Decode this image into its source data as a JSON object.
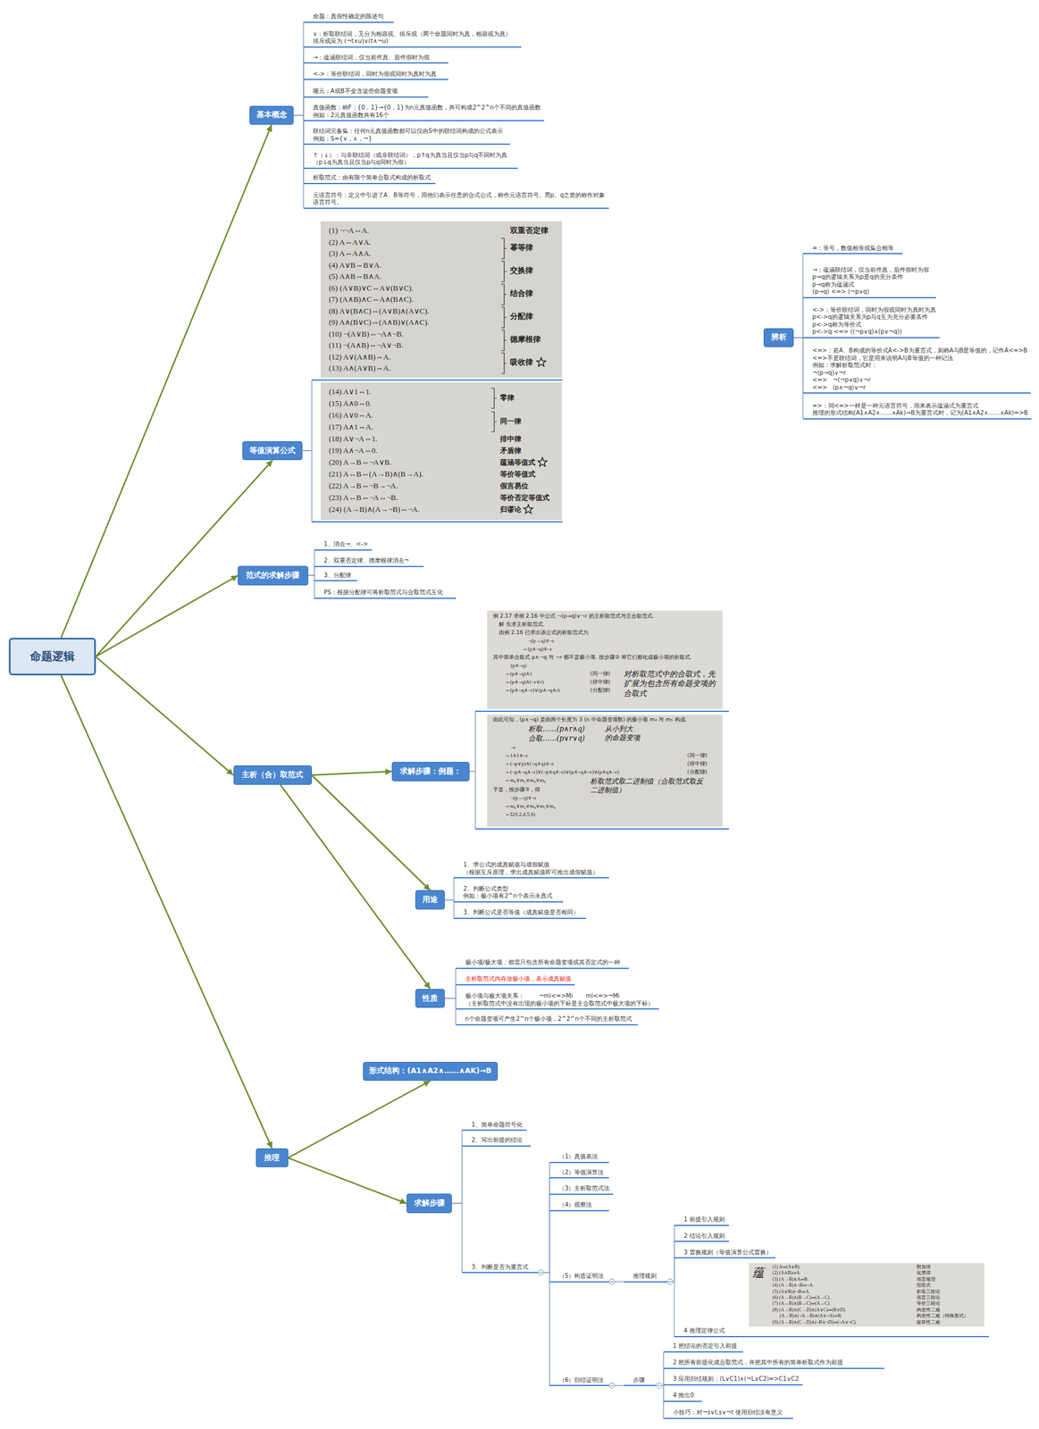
{
  "diagram": {
    "nodes": [
      {
        "text": [
          "命题逻辑"
        ]
      },
      {
        "text": [
          "基本概念"
        ]
      },
      {
        "text": [
          "命题：真假性确定的陈述句"
        ]
      },
      {
        "text": [
          "∨：析取联结词，又分为相容或、排斥或（两个命题同时为真，相容或为真）",
          "排斥或应为 (¬t∧u)∨(t∧¬u)"
        ]
      },
      {
        "text": [
          "→：蕴涵联结词，仅当前件真、后件假时为假"
        ]
      },
      {
        "text": [
          "<->：等价联结词，同时为假或同时为真时为真"
        ]
      },
      {
        "text": [
          "哑元：A或B不全含这些命题变项"
        ]
      },
      {
        "text": [
          "真值函数：称F：{0，1}→{0，1}为n元真值函数，共可构成2^2^n个不同的真值函数",
          "例如：2元真值函数共有16个"
        ]
      },
      {
        "text": [
          "联结词完备集：任何n元真值函数都可以仅由S中的联结词构成的公式表示",
          "例如：S={∨，∧，¬}"
        ]
      },
      {
        "text": [
          "↑（↓）：与非联结词（或非联结词），p↑q为真当且仅当p与q不同时为真",
          "（p↓q为真当且仅当p与q同时为假）"
        ]
      },
      {
        "text": [
          "析取范式：由有限个简单合取式构成的析取式"
        ]
      },
      {
        "text": [
          "元语言符号：定义中引进了A、B等符号，用他们表示任意的合式公式，称作元语言符号。而p、q之类的称作对象",
          "语言符号。"
        ]
      },
      {
        "text": [
          "等值演算公式"
        ]
      },
      {
        "text": [
          "(1) ¬¬A⇔A.",
          "(2) A⇔A∨A.",
          "(3) A⇔A∧A.",
          "(4) A∨B⇔B∨A.",
          "(5) A∧B⇔B∧A.",
          "(6) (A∨B)∨C⇔A∨(B∨C).",
          "(7) (A∧B)∧C⇔A∧(B∧C).",
          "(8) A∨(B∧C)⇔(A∨B)∧(A∨C).",
          "(9) A∧(B∨C)⇔(A∧B)∨(A∧C).",
          "(10) ¬(A∨B)⇔¬A∧¬B.",
          "(11) ¬(A∧B)⇔¬A∨¬B.",
          "(12) A∨(A∧B)⇔A.",
          "(13) A∧(A∨B)⇔A.",
          "双重否定律",
          "幂等律",
          "交换律",
          "结合律",
          "分配律",
          "德摩根律",
          "吸收律"
        ]
      },
      {
        "text": [
          "(14) A∨1⇔1.",
          "(15) A∧0⇔0.",
          "(16) A∨0⇔A.",
          "(17) A∧1⇔A.",
          "(18) A∨¬A⇔1.",
          "(19) A∧¬A⇔0.",
          "(20) A→B⇔¬A∨B.",
          "(21) A↔B⇔(A→B)∧(B→A).",
          "(22) A→B⇔¬B→¬A.",
          "(23) A↔B⇔¬A↔¬B.",
          "(24) (A→B)∧(A→¬B)⇔¬A.",
          "零律",
          "同一律",
          "排中律",
          "矛盾律",
          "蕴涵等值式",
          "等价等值式",
          "假言易位",
          "等价否定等值式",
          "归谬论"
        ]
      },
      {
        "text": [
          "范式的求解步骤"
        ]
      },
      {
        "text": [
          "1、消去→、<->"
        ]
      },
      {
        "text": [
          "2、双重否定律、德摩根律消去¬"
        ]
      },
      {
        "text": [
          "3、分配律"
        ]
      },
      {
        "text": [
          "PS：根据分配律可将析取范式与合取范式互化"
        ]
      },
      {
        "text": [
          "主析（合）取范式"
        ]
      },
      {
        "text": [
          "求解步骤：例题："
        ]
      },
      {
        "text": [
          "例 2.17 求例 2.16 中公式 ¬(p→q)∨¬r 的主析取范式与主合取范式.",
          "解 先求主析取范式.",
          "由例 2.16 已求出该公式的析取范式为",
          "¬(p→q)∨¬r",
          "⇔(p∧¬q)∨¬r",
          "其中简单合取式 p∧¬q 与 ¬r 都不是极小项. 按步骤② 将它们都化成极小项的析取式.",
          "(p∧¬q)",
          "⇔(p∧¬q)∧1",
          "⇔(p∧¬q)∧(¬r∨r)",
          "⇔(p∧¬q∧¬r)∨(p∧¬q∧r)",
          "(同一律)",
          "(排中律)",
          "(分配律)",
          "对析取范式中的合取式，先扩展为包含所有命题变项的合取式"
        ]
      },
      {
        "text": [
          "由此可知，(p∧¬q) 是由两个长度为 3 (n 中命题变项数) 的极小项 m₄ 与 m₅ 构成.",
          "析取……(p∧r∧q)",
          "合取……(p∨r∨q)",
          "从小到大 的命题变项",
          "¬r",
          "⇔1∧1∧¬r",
          "⇔(¬p∨p)∧(¬q∨q)∧¬r",
          "⇔(¬p∧¬q∧¬r)∨(¬p∧q∧¬r)∨(p∧¬q∧¬r)∨(p∧q∧¬r)",
          "⇔m₀∨m₂∨m₄∨m₆",
          "(同一律)",
          "(排中律)",
          "(分配律)",
          "析取范式取二进制值（合取范式取反二进制值）",
          "于是，按步骤③，得",
          "¬(p→q)∨¬r",
          "⇔m₀∨m₂∨m₄∨m₅∨m₆",
          "⇔Σ(0,2,4,5,6)"
        ]
      },
      {
        "text": [
          "用途"
        ]
      },
      {
        "text": [
          "1、求公式的成真赋值与成假赋值",
          "（根据互斥原理，求出成真赋值即可推出成假赋值）"
        ]
      },
      {
        "text": [
          "2、判断公式类型",
          "例如：极小项有2^n个表示永真式"
        ]
      },
      {
        "text": [
          "3、判断公式是否等值（成真赋值是否相同）"
        ]
      },
      {
        "text": [
          "性质"
        ]
      },
      {
        "text": [
          "极小项/极大项：都需只包含所有命题变项或其否定式的一种"
        ]
      },
      {
        "text": [
          "主析取范式内存放极小项，表示成真赋值"
        ]
      },
      {
        "text": [
          "极小项与极大项关系：        ¬mi<=>Mi       mi<=>¬Mi",
          "（主析取范式中没有出现的极小项的下标是主合取范式中极大项的下标）"
        ]
      },
      {
        "text": [
          "n个命题变项可产生2^n个极小项，2^2^n个不同的主析取范式"
        ]
      },
      {
        "text": [
          "推理"
        ]
      },
      {
        "text": [
          "形式结构：(A1∧A2∧……∧AK)→B"
        ]
      },
      {
        "text": [
          "求解步骤"
        ]
      },
      {
        "text": [
          "1、简单命题符号化"
        ]
      },
      {
        "text": [
          "2、写出前提的结论"
        ]
      },
      {
        "text": [
          "3、判断是否为重言式"
        ]
      },
      {
        "text": [
          "（1）真值表法"
        ]
      },
      {
        "text": [
          "（2）等值演算法"
        ]
      },
      {
        "text": [
          "（3）主析取范式法"
        ]
      },
      {
        "text": [
          "（4）观察法"
        ]
      },
      {
        "text": [
          "（5）构造证明法"
        ]
      },
      {
        "text": [
          "推理规则"
        ]
      },
      {
        "text": [
          "1 前提引入规则"
        ]
      },
      {
        "text": [
          "2 结论引入规则"
        ]
      },
      {
        "text": [
          "3 置换规则（等值演算公式置换）"
        ]
      },
      {
        "text": [
          "4 推理定律公式",
          "蕴",
          "(1) A⇒(A∨B).",
          "(2) (A∧B)⇒A.",
          "(3) (A→B)∧A⇒B.",
          "(4) (A→B)∧¬B⇒¬A.",
          "(5) (A∨B)∧¬B⇒A.",
          "(6) (A→B)∧(B→C)⇒(A→C).",
          "(7) (A↔B)∧(B↔C)⇒(A↔C).",
          "(8) (A→B)∧(C→D)∧(A∨C)⇒(B∨D).",
          "(A→B)∧(¬A→B)∧(A∨¬A)⇒B.",
          "(9) (A→B)∧(C→D)∧(¬B∨¬D)⇒(¬A∨¬C).",
          "附加律",
          "化简律",
          "假言推理",
          "拒取式",
          "析取三段论",
          "假言三段论",
          "等价三段论",
          "构造性二难",
          "构造性二难（特殊形式）",
          "破坏性二难"
        ]
      },
      {
        "text": [
          "（6）归结证明法"
        ]
      },
      {
        "text": [
          "步骤"
        ]
      },
      {
        "text": [
          "1 把结论的否定引入前提"
        ]
      },
      {
        "text": [
          "2 把所有前提化成合取范式，并把其中所有的简单析取式作为前提"
        ]
      },
      {
        "text": [
          "3 应用归结规则：(L∨C1)∧(¬L∨C2)=>C1∨C2"
        ]
      },
      {
        "text": [
          "4 推出0"
        ]
      },
      {
        "text": [
          "小技巧：对¬s∨t,s∨¬t 使用归结没有意义"
        ]
      },
      {
        "text": [
          "辨析"
        ]
      },
      {
        "text": [
          "=：等号，数值相等或集合相等"
        ]
      },
      {
        "text": [
          "→：蕴涵联结词，仅当前件真，后件假时为假",
          "p→q的逻辑关系为p是q的充分条件",
          "p→q称为蕴涵式",
          "(p→q) <=> (¬p∨q)"
        ]
      },
      {
        "text": [
          "<->：等价联结词，同时为假或同时为真时为真",
          "p<->q的逻辑关系为p与q互为充分必要条件",
          "p<->q称为等价式",
          "p<->q <=> ((¬p∨q)∧(p∨¬q))"
        ]
      },
      {
        "text": [
          "<=>：若A、B构成的等价式A<->B为重言式，则称A与B是等值的，记作A<=>B",
          "<=>不是联结词，它是用来说明A与B等值的一种记法",
          "例如：求解析取范式时：",
          "¬(p→q)∨¬r",
          "<=>   ¬(¬p∨q)∨¬r",
          "<=>   (p∧¬q)∨¬r"
        ]
      },
      {
        "text": [
          "=>：同<=>一样是一种元语言符号，用来表示蕴涵式为重言式",
          "推理的形式结构(A1∧A2∧……∧Ak)→B为重言式时，记为(A1∧A2∧……∧Ak)=>B"
        ]
      }
    ],
    "edges": [
      {
        "from": 0,
        "to": 1,
        "arrow": "to"
      },
      {
        "from": 0,
        "to": 12,
        "arrow": "to"
      },
      {
        "from": 0,
        "to": 15,
        "arrow": "to"
      },
      {
        "from": 0,
        "to": 20,
        "arrow": "to"
      },
      {
        "from": 0,
        "to": 33,
        "arrow": "to"
      },
      {
        "from": 1,
        "to": 2,
        "arrow": "none"
      },
      {
        "from": 1,
        "to": 3,
        "arrow": "none"
      },
      {
        "from": 1,
        "to": 4,
        "arrow": "none"
      },
      {
        "from": 1,
        "to": 5,
        "arrow": "none"
      },
      {
        "from": 1,
        "to": 6,
        "arrow": "none"
      },
      {
        "from": 1,
        "to": 7,
        "arrow": "none"
      },
      {
        "from": 1,
        "to": 8,
        "arrow": "none"
      },
      {
        "from": 1,
        "to": 9,
        "arrow": "none"
      },
      {
        "from": 1,
        "to": 10,
        "arrow": "none"
      },
      {
        "from": 1,
        "to": 11,
        "arrow": "none"
      },
      {
        "from": 12,
        "to": 13,
        "arrow": "none"
      },
      {
        "from": 12,
        "to": 14,
        "arrow": "none"
      },
      {
        "from": 15,
        "to": 16,
        "arrow": "none"
      },
      {
        "from": 15,
        "to": 17,
        "arrow": "none"
      },
      {
        "from": 15,
        "to": 18,
        "arrow": "none"
      },
      {
        "from": 15,
        "to": 19,
        "arrow": "none"
      },
      {
        "from": 20,
        "to": 21,
        "arrow": "to"
      },
      {
        "from": 20,
        "to": 24,
        "arrow": "to"
      },
      {
        "from": 20,
        "to": 28,
        "arrow": "to"
      },
      {
        "from": 21,
        "to": 22,
        "arrow": "none"
      },
      {
        "from": 21,
        "to": 23,
        "arrow": "none"
      },
      {
        "from": 24,
        "to": 25,
        "arrow": "none"
      },
      {
        "from": 24,
        "to": 26,
        "arrow": "none"
      },
      {
        "from": 24,
        "to": 27,
        "arrow": "none"
      },
      {
        "from": 28,
        "to": 29,
        "arrow": "none"
      },
      {
        "from": 28,
        "to": 30,
        "arrow": "none"
      },
      {
        "from": 28,
        "to": 31,
        "arrow": "none"
      },
      {
        "from": 28,
        "to": 32,
        "arrow": "none"
      },
      {
        "from": 33,
        "to": 34,
        "arrow": "to"
      },
      {
        "from": 33,
        "to": 35,
        "arrow": "to"
      },
      {
        "from": 35,
        "to": 36,
        "arrow": "none"
      },
      {
        "from": 35,
        "to": 37,
        "arrow": "none"
      },
      {
        "from": 35,
        "to": 38,
        "arrow": "none"
      },
      {
        "from": 38,
        "to": 39,
        "arrow": "none"
      },
      {
        "from": 38,
        "to": 40,
        "arrow": "none"
      },
      {
        "from": 38,
        "to": 41,
        "arrow": "none"
      },
      {
        "from": 38,
        "to": 42,
        "arrow": "none"
      },
      {
        "from": 38,
        "to": 43,
        "arrow": "none"
      },
      {
        "from": 38,
        "to": 49,
        "arrow": "none"
      },
      {
        "from": 43,
        "to": 44,
        "arrow": "none"
      },
      {
        "from": 44,
        "to": 45,
        "arrow": "none"
      },
      {
        "from": 44,
        "to": 46,
        "arrow": "none"
      },
      {
        "from": 44,
        "to": 47,
        "arrow": "none"
      },
      {
        "from": 44,
        "to": 48,
        "arrow": "none"
      },
      {
        "from": 49,
        "to": 50,
        "arrow": "none"
      },
      {
        "from": 50,
        "to": 51,
        "arrow": "none"
      },
      {
        "from": 50,
        "to": 52,
        "arrow": "none"
      },
      {
        "from": 50,
        "to": 53,
        "arrow": "none"
      },
      {
        "from": 50,
        "to": 54,
        "arrow": "none"
      },
      {
        "from": 50,
        "to": 55,
        "arrow": "none"
      },
      {
        "from": 56,
        "to": 57,
        "arrow": "none"
      },
      {
        "from": 56,
        "to": 58,
        "arrow": "none"
      },
      {
        "from": 56,
        "to": 59,
        "arrow": "none"
      },
      {
        "from": 56,
        "to": 60,
        "arrow": "none"
      },
      {
        "from": 56,
        "to": 61,
        "arrow": "none"
      }
    ]
  }
}
